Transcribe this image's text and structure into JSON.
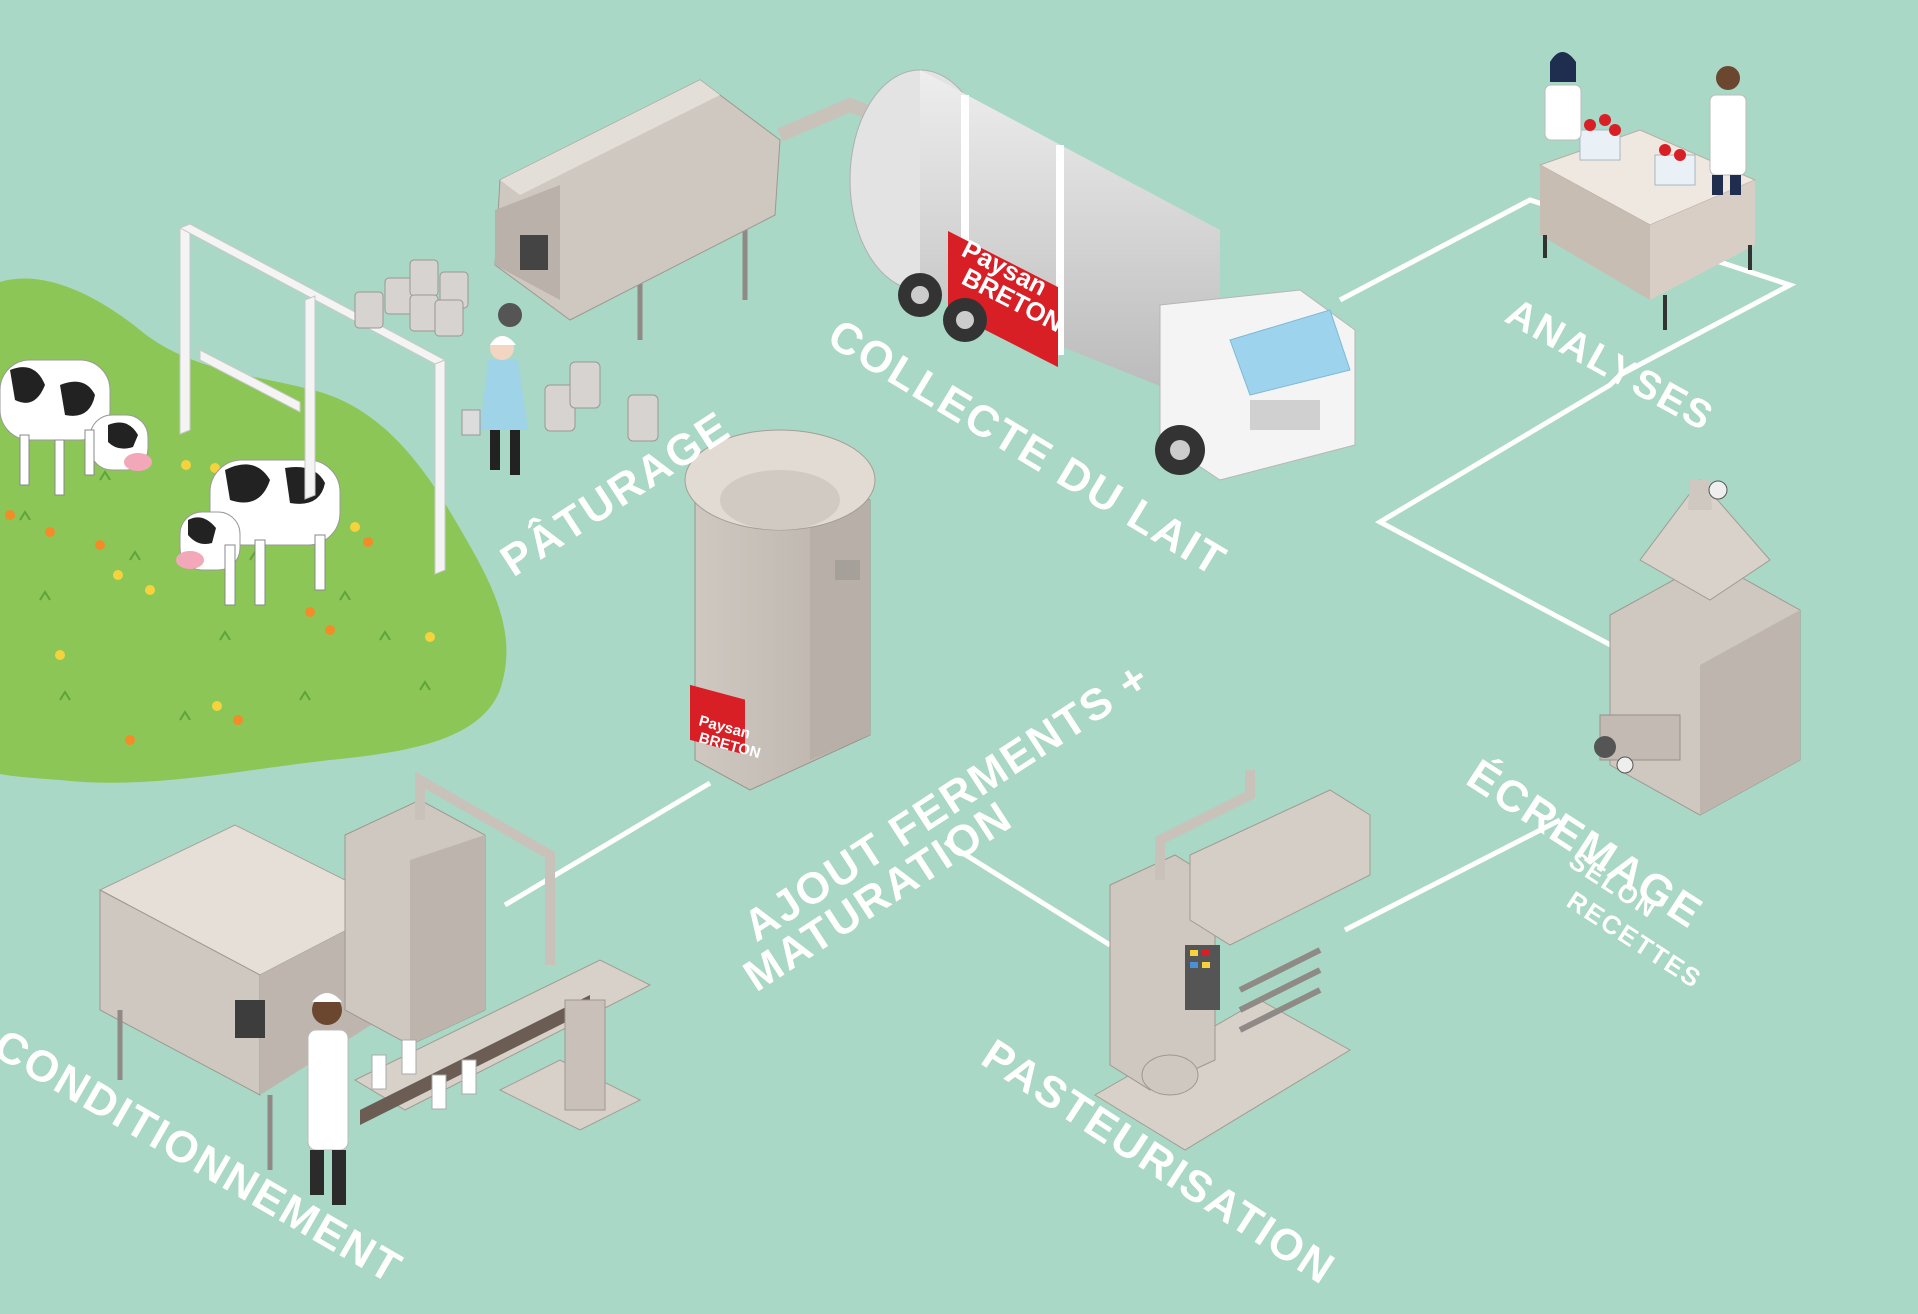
{
  "labels": {
    "paturage": "PÂTURAGE",
    "collecte": "COLLECTE DU LAIT",
    "analyses": "ANALYSES",
    "ecremage": "ÉCREMAGE",
    "selon": "SELON",
    "recettes": "RECETTES",
    "pasteurisation": "PASTEURISATION",
    "ajout_line1": "AJOUT FERMENTS +",
    "ajout_line2": "MATURATION",
    "conditionnement": "CONDITIONNEMENT"
  },
  "brand": {
    "line1": "Paysan",
    "line2": "BRETON",
    "color": "#d81f26"
  },
  "colors": {
    "background": "#a9d8c6",
    "grass": "#8cc657",
    "machine": "#d3ccc5",
    "machine_dark": "#b3aca5",
    "path": "#ffffff"
  }
}
